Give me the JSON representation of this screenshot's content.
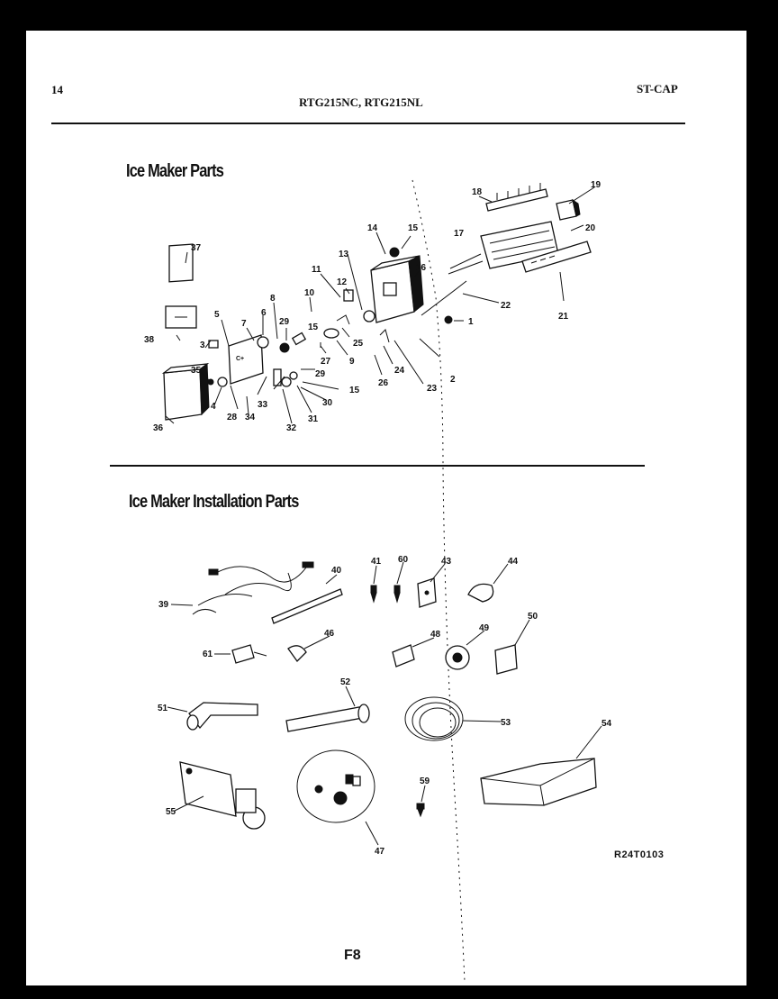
{
  "header": {
    "page_number": "14",
    "model_numbers": "RTG215NC, RTG215NL",
    "code": "ST-CAP"
  },
  "sections": {
    "ice_maker_parts": "Ice Maker Parts",
    "installation_parts": "Ice Maker Installation Parts"
  },
  "parts_labels": [
    "1",
    "2",
    "3",
    "4",
    "5",
    "6",
    "7",
    "8",
    "9",
    "10",
    "11",
    "12",
    "13",
    "14",
    "15",
    "15",
    "15",
    "16",
    "17",
    "18",
    "19",
    "20",
    "21",
    "22",
    "23",
    "24",
    "25",
    "26",
    "27",
    "28",
    "29",
    "29",
    "30",
    "31",
    "32",
    "33",
    "34",
    "35",
    "36",
    "37",
    "38"
  ],
  "install_labels": [
    "39",
    "40",
    "41",
    "60",
    "43",
    "44",
    "61",
    "46",
    "48",
    "49",
    "50",
    "51",
    "52",
    "53",
    "54",
    "55",
    "47",
    "59"
  ],
  "footer": {
    "drawing_code": "R24T0103",
    "figure": "F8"
  }
}
